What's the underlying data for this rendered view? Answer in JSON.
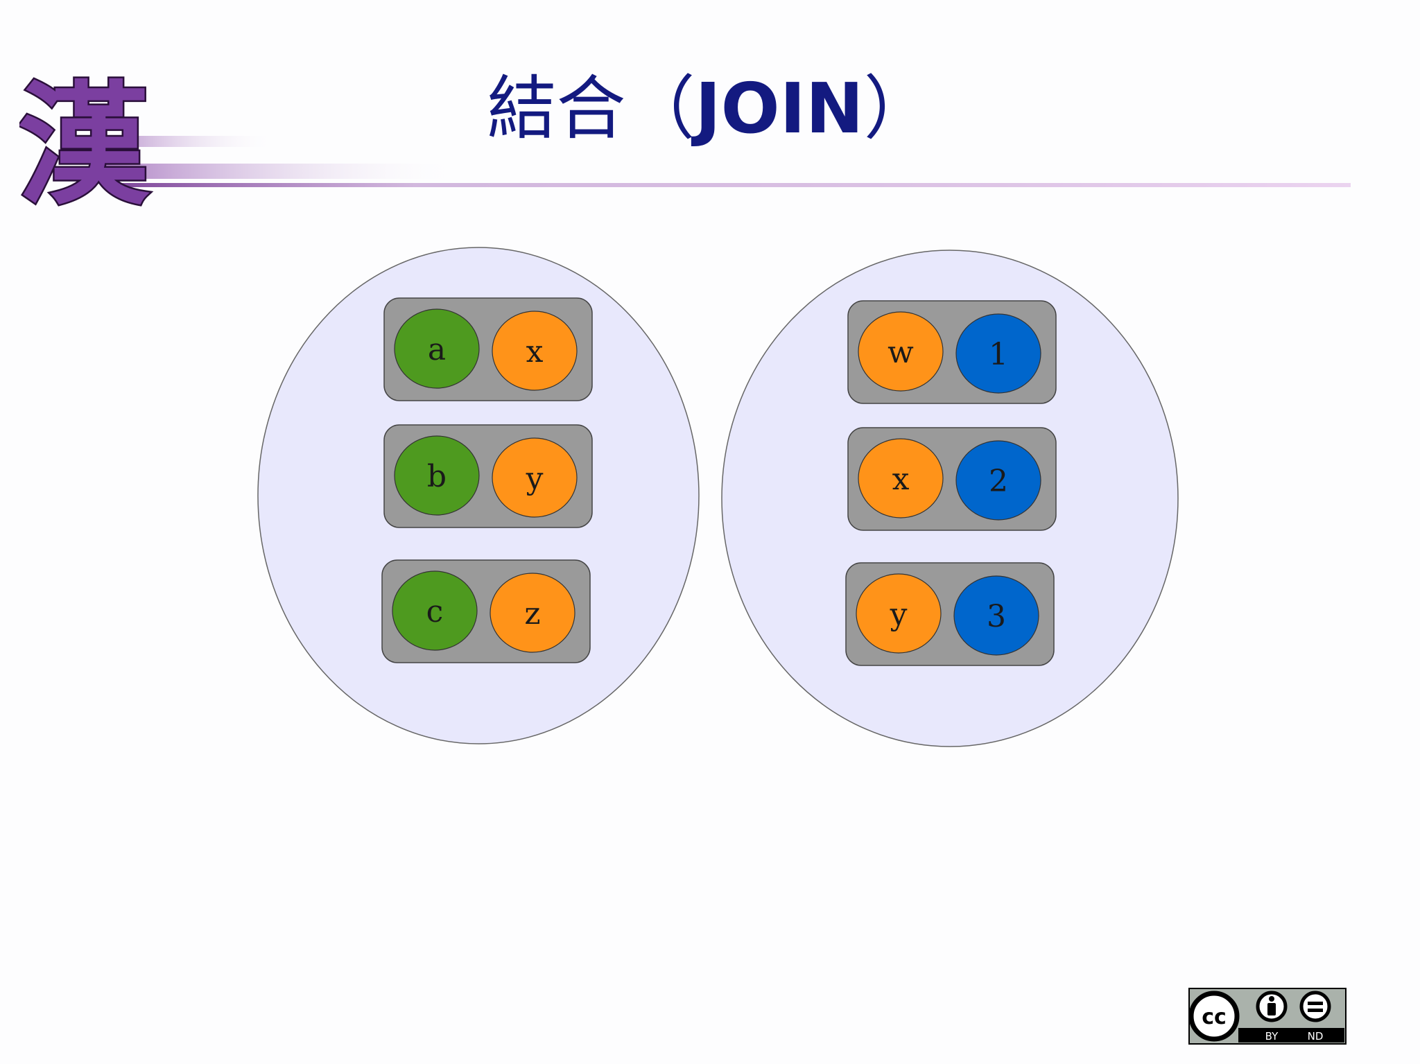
{
  "title": {
    "prefix": "結合",
    "open_paren": "（",
    "keyword": "JOIN",
    "close_paren": "）"
  },
  "logo": {
    "glyph": "漢",
    "color": "#7b3fa0"
  },
  "colors": {
    "set_fill": "#e8e8fc",
    "tuple_fill": "#9a9a9a",
    "green": "#4e9a1f",
    "orange": "#ff9319",
    "blue": "#0066cc",
    "title": "#131a80"
  },
  "sets": [
    {
      "name": "left-relation",
      "tuples": [
        {
          "a": {
            "text": "a",
            "color": "green"
          },
          "b": {
            "text": "x",
            "color": "orange"
          }
        },
        {
          "a": {
            "text": "b",
            "color": "green"
          },
          "b": {
            "text": "y",
            "color": "orange"
          }
        },
        {
          "a": {
            "text": "c",
            "color": "green"
          },
          "b": {
            "text": "z",
            "color": "orange"
          }
        }
      ]
    },
    {
      "name": "right-relation",
      "tuples": [
        {
          "a": {
            "text": "w",
            "color": "orange"
          },
          "b": {
            "text": "1",
            "color": "blue"
          }
        },
        {
          "a": {
            "text": "x",
            "color": "orange"
          },
          "b": {
            "text": "2",
            "color": "blue"
          }
        },
        {
          "a": {
            "text": "y",
            "color": "orange"
          },
          "b": {
            "text": "3",
            "color": "blue"
          }
        }
      ]
    }
  ],
  "license": {
    "cc": "cc",
    "by": "BY",
    "nd": "ND",
    "icon": "cc-by-nd-badge"
  }
}
